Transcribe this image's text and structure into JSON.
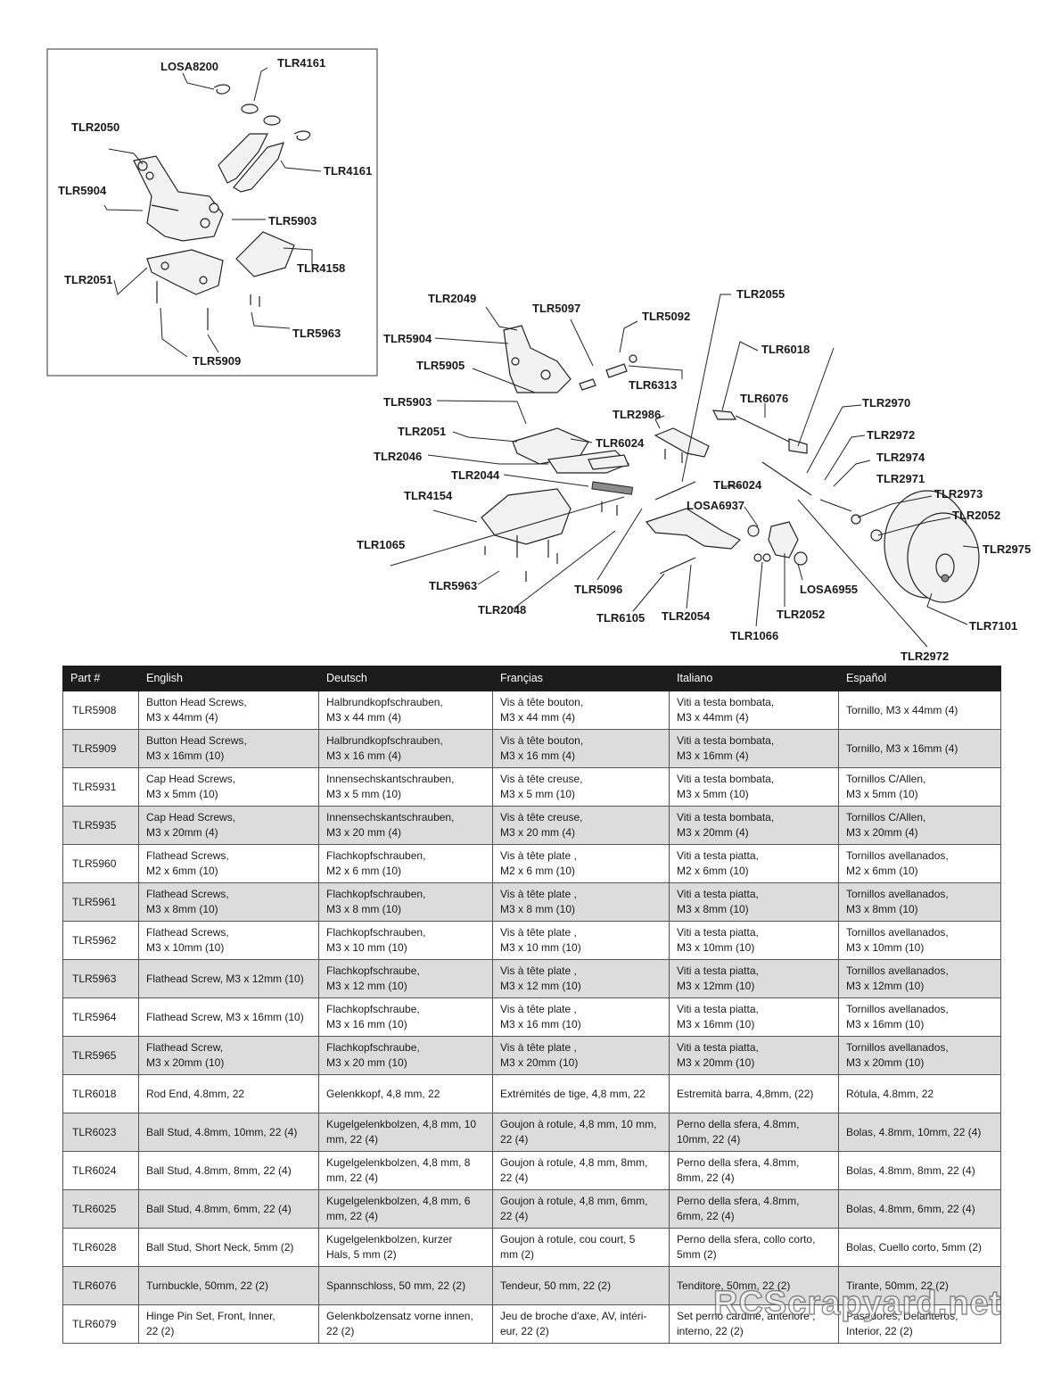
{
  "inset_labels": [
    "LOSA8200",
    "TLR4161",
    "TLR2050",
    "TLR4161",
    "TLR5904",
    "TLR5903",
    "TLR4158",
    "TLR2051",
    "TLR5963",
    "TLR5909"
  ],
  "main_labels": [
    "TLR2055",
    "TLR2049",
    "TLR5097",
    "TLR5092",
    "TLR6018",
    "TLR5904",
    "TLR6313",
    "TLR5905",
    "TLR6076",
    "TLR2970",
    "TLR5903",
    "TLR2986",
    "TLR2972",
    "TLR2051",
    "TLR6024",
    "TLR2974",
    "TLR2046",
    "TLR2971",
    "TLR2044",
    "TLR6024",
    "TLR2973",
    "TLR4154",
    "LOSA6937",
    "TLR2052",
    "TLR2975",
    "TLR1065",
    "TLR5963",
    "LOSA6955",
    "TLR5096",
    "TLR2048",
    "TLR2052",
    "TLR6105",
    "TLR2054",
    "TLR7101",
    "TLR1066",
    "TLR2972"
  ],
  "table": {
    "headers": [
      "Part #",
      "English",
      "Deutsch",
      "Françias",
      "Italiano",
      "Español"
    ],
    "rows": [
      [
        "TLR5908",
        "Button Head Screws,\nM3 x 44mm (4)",
        "Halbrundkopfschrauben,\nM3 x 44 mm (4)",
        "Vis à tête bouton,\nM3 x 44 mm (4)",
        "Viti a testa bombata,\nM3 x 44mm (4)",
        "Tornillo, M3 x 44mm (4)"
      ],
      [
        "TLR5909",
        "Button Head Screws,\nM3 x 16mm (10)",
        "Halbrundkopfschrauben,\nM3 x 16 mm (4)",
        "Vis à tête bouton,\nM3 x 16 mm (4)",
        "Viti a testa bombata,\nM3 x 16mm (4)",
        "Tornillo, M3 x 16mm (4)"
      ],
      [
        "TLR5931",
        "Cap Head Screws,\nM3 x 5mm (10)",
        "Innensechskantschrauben,\nM3 x 5 mm (10)",
        "Vis à tête creuse,\nM3 x 5 mm (10)",
        "Viti a testa bombata,\nM3 x 5mm (10)",
        "Tornillos C/Allen,\nM3 x 5mm (10)"
      ],
      [
        "TLR5935",
        "Cap Head Screws,\nM3 x 20mm (4)",
        "Innensechskantschrauben,\nM3 x 20 mm (4)",
        "Vis à tête creuse,\nM3 x 20 mm (4)",
        "Viti a testa bombata,\nM3 x 20mm (4)",
        "Tornillos C/Allen,\nM3 x 20mm (4)"
      ],
      [
        "TLR5960",
        "Flathead Screws,\nM2 x 6mm (10)",
        "Flachkopfschrauben,\nM2 x 6 mm (10)",
        "Vis à tête plate ,\nM2 x 6 mm (10)",
        "Viti a testa piatta,\nM2 x 6mm (10)",
        "Tornillos avellanados,\nM2 x 6mm (10)"
      ],
      [
        "TLR5961",
        "Flathead Screws,\n M3 x 8mm (10)",
        "Flachkopfschrauben,\nM3 x 8 mm (10)",
        "Vis à tête plate ,\nM3 x 8 mm (10)",
        "Viti a testa piatta,\nM3 x 8mm (10)",
        "Tornillos avellanados,\nM3 x 8mm (10)"
      ],
      [
        "TLR5962",
        "Flathead Screws,\nM3 x 10mm (10)",
        "Flachkopfschrauben,\nM3 x 10 mm (10)",
        "Vis à tête plate ,\nM3 x 10 mm (10)",
        "Viti a testa piatta,\nM3 x 10mm (10)",
        "Tornillos avellanados,\nM3 x 10mm (10)"
      ],
      [
        "TLR5963",
        "Flathead Screw, M3 x 12mm (10)",
        "Flachkopfschraube,\nM3 x 12 mm (10)",
        "Vis à tête plate ,\nM3 x 12 mm (10)",
        "Viti a testa piatta,\nM3 x 12mm (10)",
        "Tornillos avellanados,\nM3 x 12mm (10)"
      ],
      [
        "TLR5964",
        "Flathead Screw, M3 x 16mm (10)",
        "Flachkopfschraube,\nM3 x 16 mm (10)",
        "Vis à tête plate ,\nM3 x 16 mm (10)",
        "Viti a testa piatta,\nM3 x 16mm (10)",
        "Tornillos avellanados,\nM3 x 16mm (10)"
      ],
      [
        "TLR5965",
        "Flathead Screw,\nM3 x 20mm (10)",
        "Flachkopfschraube,\nM3 x 20 mm (10)",
        "Vis à tête plate ,\nM3 x 20mm (10)",
        "Viti a testa piatta,\nM3 x 20mm (10)",
        "Tornillos avellanados,\nM3 x 20mm (10)"
      ],
      [
        "TLR6018",
        "Rod End, 4.8mm, 22",
        "Gelenkkopf, 4,8 mm, 22",
        "Extrémités de tige, 4,8 mm, 22",
        "Estremità barra, 4,8mm, (22)",
        "Rótula, 4.8mm, 22"
      ],
      [
        "TLR6023",
        "Ball Stud, 4.8mm, 10mm, 22 (4)",
        "Kugelgelenkbolzen, 4,8 mm, 10\nmm, 22 (4)",
        "Goujon à rotule, 4,8 mm, 10 mm,\n22 (4)",
        "Perno della sfera, 4.8mm,\n10mm, 22 (4)",
        "Bolas, 4.8mm, 10mm, 22 (4)"
      ],
      [
        "TLR6024",
        "Ball Stud, 4.8mm, 8mm, 22 (4)",
        "Kugelgelenkbolzen, 4,8 mm, 8\nmm, 22 (4)",
        "Goujon à rotule, 4,8 mm, 8mm,\n22 (4)",
        "Perno della sfera, 4.8mm,\n8mm, 22 (4)",
        "Bolas, 4.8mm, 8mm, 22 (4)"
      ],
      [
        "TLR6025",
        "Ball Stud, 4.8mm, 6mm, 22 (4)",
        "Kugelgelenkbolzen, 4,8 mm, 6\nmm, 22 (4)",
        "Goujon à rotule, 4,8 mm, 6mm,\n22 (4)",
        "Perno della sfera, 4.8mm,\n6mm, 22 (4)",
        "Bolas, 4.8mm, 6mm, 22 (4)"
      ],
      [
        "TLR6028",
        "Ball Stud, Short Neck, 5mm (2)",
        "Kugelgelenkbolzen, kurzer\nHals, 5 mm (2)",
        "Goujon à rotule, cou court, 5\nmm (2)",
        "Perno della sfera, collo corto,\n5mm (2)",
        "Bolas, Cuello corto, 5mm (2)"
      ],
      [
        "TLR6076",
        "Turnbuckle, 50mm, 22 (2)",
        "Spannschloss, 50 mm, 22 (2)",
        "Tendeur, 50 mm, 22 (2)",
        "Tenditore, 50mm, 22 (2)",
        "Tirante, 50mm, 22 (2)"
      ],
      [
        "TLR6079",
        "Hinge Pin Set, Front, Inner,\n22 (2)",
        "Gelenkbolzensatz vorne innen,\n22 (2)",
        "Jeu de broche d'axe, AV, intéri-\neur, 22 (2)",
        "Set perno cardine, anteriore ,\ninterno, 22 (2)",
        "Pasadores, Delanteros,\nInterior, 22 (2)"
      ]
    ]
  },
  "watermark": "RCScrapyard.net"
}
